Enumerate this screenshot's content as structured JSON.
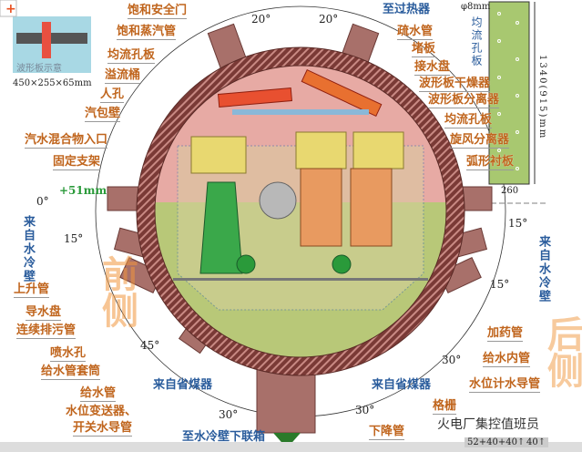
{
  "inset_left": {
    "caption": "波形板示意",
    "size": "450×255×65mm"
  },
  "inset_right": {
    "hole": "φ8mm",
    "title": "均流孔板",
    "height": "1340(915)mm",
    "width": "260"
  },
  "left_labels": [
    "饱和安全门",
    "饱和蒸汽管",
    "均流孔板",
    "溢流桶",
    "人孔",
    "汽包壁",
    "汽水混合物入口",
    "固定支架",
    "上升管",
    "导水盘",
    "连续排污管",
    "喷水孔",
    "给水管套筒",
    "给水管",
    "水位变送器、",
    "开关水导管"
  ],
  "right_labels": [
    "疏水管",
    "堵板",
    "接水盘",
    "波形板干燥器",
    "波形板分离器",
    "均流孔板",
    "旋风分离器",
    "弧形衬板",
    "加药管",
    "给水内管",
    "水位计水导管",
    "格栅",
    "下降管"
  ],
  "flows": {
    "to_superheater": "至过热器",
    "from_waterwall_left": "来自水冷壁",
    "from_waterwall_right": "来自水冷壁",
    "from_economizer_left": "来自省煤器",
    "from_economizer_right": "来自省煤器",
    "to_lower_header": "至水冷壁下联箱"
  },
  "dims": {
    "offset": "+51mm",
    "zero": "0°",
    "a20l": "20°",
    "a20r": "20°",
    "a15l": "15°",
    "a15r1": "15°",
    "a15r2": "15°",
    "a45": "45°",
    "a30l": "30°",
    "a30r": "30°",
    "a30b": "30°"
  },
  "watermarks": {
    "front": "前侧",
    "rear": "后侧"
  },
  "logo": "火电厂集控值班员",
  "footer": {
    "btn1": "52+40+40↑",
    "btn2": "40↑"
  },
  "colors": {
    "label": "#c0651d",
    "flow": "#2a5c9c",
    "shell": "#8a4a44",
    "water": "#b8c878",
    "steam": "#e8a8a0"
  }
}
